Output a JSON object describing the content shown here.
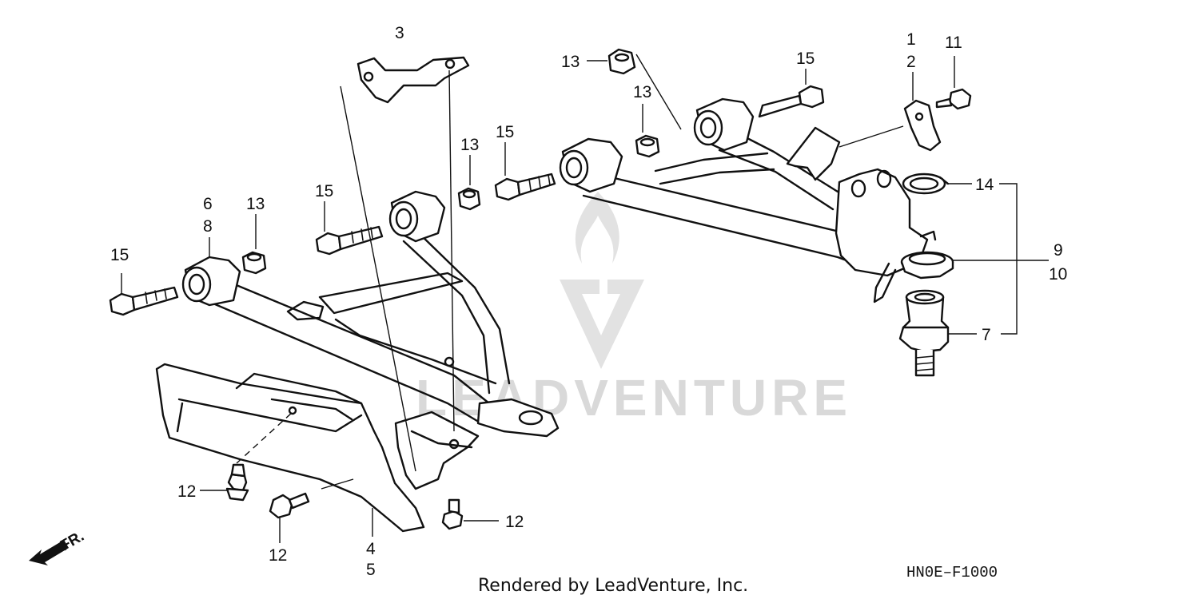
{
  "watermark": {
    "text": "LEADVENTURE"
  },
  "diagram_code": "HN0E–F1000",
  "credit": "Rendered by LeadVenture, Inc.",
  "front_indicator": "FR.",
  "callouts": {
    "c1": "1",
    "c2": "2",
    "c3": "3",
    "c4": "4",
    "c5": "5",
    "c6": "6",
    "c8": "8",
    "c7": "7",
    "c9": "9",
    "c10": "10",
    "c11": "11",
    "c12a": "12",
    "c12b": "12",
    "c12c": "12",
    "c13a": "13",
    "c13b": "13",
    "c13c": "13",
    "c13d": "13",
    "c14": "14",
    "c15a": "15",
    "c15b": "15",
    "c15c": "15",
    "c15d": "15"
  }
}
